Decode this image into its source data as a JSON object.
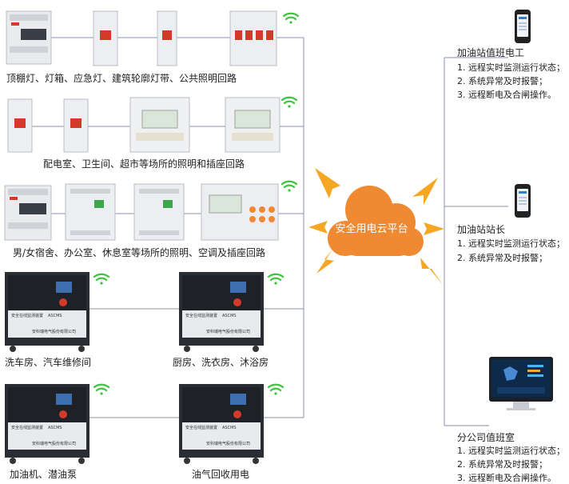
{
  "platform": {
    "label": "安全用电云平台"
  },
  "device_rows": [
    {
      "label": "顶棚灯、灯箱、应急灯、建筑轮廓灯带、公共照明回路"
    },
    {
      "label": "配电室、卫生间、超市等场所的照明和插座回路"
    },
    {
      "label": "男/女宿舍、办公室、休息室等场所的照明、空调及插座回路"
    }
  ],
  "cabinets": [
    {
      "label": "洗车房、汽车维修间"
    },
    {
      "label": "厨房、洗衣房、沐浴房"
    },
    {
      "label": "加油机、潜油泵"
    },
    {
      "label": "油气回收用电"
    }
  ],
  "cabinet_panel": {
    "title": "安全在线监测装置",
    "model": "ASCMS",
    "maker": "安科瑞电气股份有限公司"
  },
  "receivers": [
    {
      "title": "加油站值班电工",
      "items": [
        "1. 远程实时监测运行状态；",
        "2. 系统异常及时报警；",
        "3. 远程断电及合闸操作。"
      ]
    },
    {
      "title": "加油站站长",
      "items": [
        "1. 远程实时监测运行状态；",
        "2. 系统异常及时报警；"
      ]
    },
    {
      "title": "分公司值班室",
      "items": [
        "1. 远程实时监测运行状态；",
        "2. 系统异常及时报警；",
        "3. 远程断电及合闸操作。"
      ]
    }
  ],
  "colors": {
    "accent": "#f5a623",
    "cloud": "#f08a32",
    "line": "#8a8fb5",
    "wifi": "#3cc43c",
    "breaker_red": "#d43a2a"
  }
}
